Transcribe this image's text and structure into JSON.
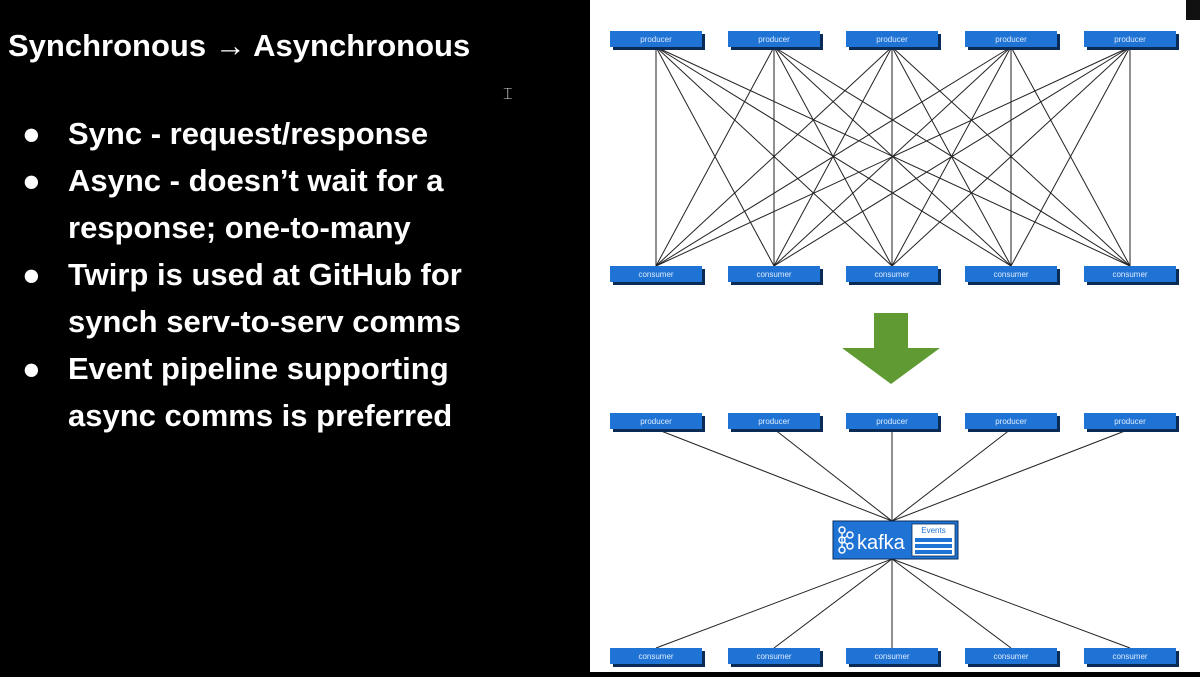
{
  "slide": {
    "title": "Synchronous → Asynchronous",
    "bullets": [
      {
        "lines": [
          "Sync - request/response"
        ]
      },
      {
        "lines": [
          "Async - doesn’t wait for a",
          "response; one-to-many"
        ]
      },
      {
        "lines": [
          "Twirp is used at GitHub for",
          "synch serv-to-serv comms"
        ]
      },
      {
        "lines": [
          "Event pipeline supporting",
          "async comms is preferred"
        ]
      }
    ]
  },
  "diagram": {
    "top": {
      "producers": [
        "producer",
        "producer",
        "producer",
        "producer",
        "producer"
      ],
      "consumers": [
        "consumer",
        "consumer",
        "consumer",
        "consumer",
        "consumer"
      ]
    },
    "bottom": {
      "producers": [
        "producer",
        "producer",
        "producer",
        "producer",
        "producer"
      ],
      "broker_label": "kafka",
      "broker_tag": "Events",
      "consumers": [
        "consumer",
        "consumer",
        "consumer",
        "consumer",
        "consumer"
      ]
    },
    "colors": {
      "box_fill": "#1f73d4",
      "box_shadow": "#0b2b57",
      "box_text": "#dcebff",
      "arrow_fill": "#5f9b32",
      "line_color": "#222222"
    }
  }
}
